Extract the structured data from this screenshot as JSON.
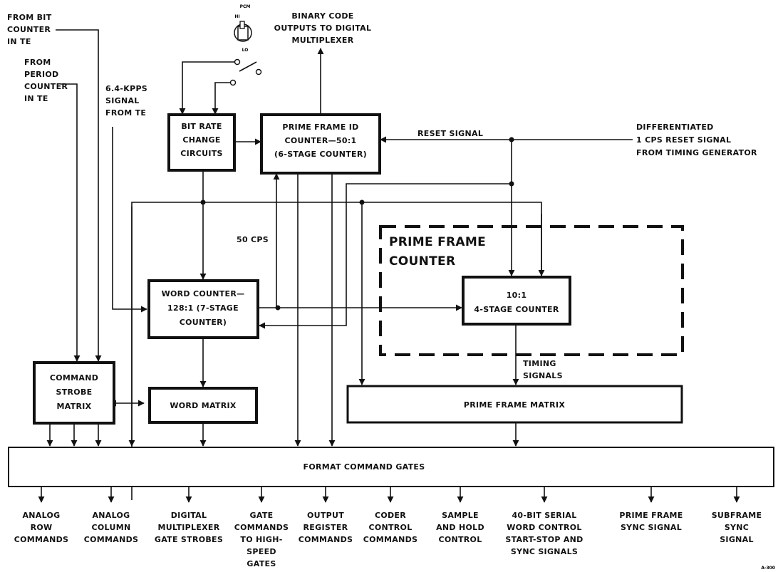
{
  "switch": {
    "top": "PCM",
    "hi": "HI",
    "lo": "LO"
  },
  "inputs": {
    "from_bit_counter": [
      "FROM BIT",
      "COUNTER",
      "IN TE"
    ],
    "from_period_counter": [
      "FROM",
      "PERIOD",
      "COUNTER",
      "IN TE"
    ],
    "kpps_signal": [
      "6.4-KPPS",
      "SIGNAL",
      "FROM TE"
    ],
    "binary_code": [
      "BINARY CODE",
      "OUTPUTS TO DIGITAL",
      "MULTIPLEXER"
    ],
    "differentiated_reset": [
      "DIFFERENTIATED",
      "1 CPS RESET SIGNAL",
      "FROM TIMING GENERATOR"
    ]
  },
  "signals": {
    "reset_signal": "RESET SIGNAL",
    "cps50": "50 CPS",
    "timing_signals": [
      "TIMING",
      "SIGNALS"
    ]
  },
  "blocks": {
    "bit_rate": [
      "BIT RATE",
      "CHANGE",
      "CIRCUITS"
    ],
    "prime_frame_id": [
      "PRIME FRAME ID",
      "COUNTER—50:1",
      "(6-STAGE COUNTER)"
    ],
    "word_counter": [
      "WORD COUNTER—",
      "128:1 (7-STAGE",
      "COUNTER)"
    ],
    "prime_frame_counter_title": [
      "PRIME FRAME",
      "COUNTER"
    ],
    "ten_to_one": [
      "10:1",
      "4-STAGE COUNTER"
    ],
    "command_strobe": [
      "COMMAND",
      "STROBE",
      "MATRIX"
    ],
    "word_matrix": "WORD MATRIX",
    "prime_frame_matrix": "PRIME FRAME MATRIX",
    "format_gates": "FORMAT COMMAND GATES"
  },
  "outputs": [
    [
      "ANALOG",
      "ROW",
      "COMMANDS"
    ],
    [
      "ANALOG",
      "COLUMN",
      "COMMANDS"
    ],
    [
      "DIGITAL",
      "MULTIPLEXER",
      "GATE STROBES"
    ],
    [
      "GATE",
      "COMMANDS",
      "TO HIGH-",
      "SPEED",
      "GATES"
    ],
    [
      "OUTPUT",
      "REGISTER",
      "COMMANDS"
    ],
    [
      "CODER",
      "CONTROL",
      "COMMANDS"
    ],
    [
      "SAMPLE",
      "AND HOLD",
      "CONTROL"
    ],
    [
      "40-BIT SERIAL",
      "WORD CONTROL",
      "START-STOP AND",
      "SYNC SIGNALS"
    ],
    [
      "PRIME FRAME",
      "SYNC SIGNAL"
    ],
    [
      "SUBFRAME",
      "SYNC",
      "SIGNAL"
    ]
  ],
  "figure_code": "A-300"
}
